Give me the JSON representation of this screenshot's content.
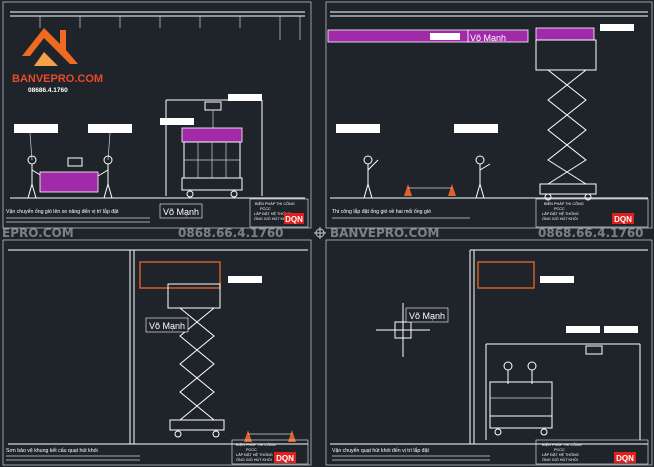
{
  "brand": {
    "name": "BANVEPRO.COM",
    "phone": "08686.4.1760",
    "logo_color": "#f06a21"
  },
  "watermarks": {
    "left": "EPRO.COM",
    "center_phone": "0868.66.4.1760",
    "center_brand": "BANVEPRO.COM",
    "right_phone": "0868.66.4.1760"
  },
  "panels": [
    {
      "caption": "Vận chuyển ống gió lên xe nâng đến vị trí lắp đặt",
      "worker_label": "Võ Mạnh",
      "title_block": {
        "line1": "BIỆN PHÁP THI CÔNG",
        "line2": "PCCC",
        "line3": "LẮP ĐẶT HỆ THỐNG",
        "line4": "ỐNG GIÓ HÚT KHÓI"
      },
      "stamp": "DQN"
    },
    {
      "caption": "Thi công lắp đặt ống gió về hai mối ống gió",
      "worker_label": "Võ Mạnh",
      "title_block": {
        "line1": "BIỆN PHÁP THI CÔNG",
        "line2": "PCCC",
        "line3": "LẮP ĐẶT HỆ THỐNG",
        "line4": "ỐNG GIÓ HÚT KHÓI"
      },
      "stamp": "DQN"
    },
    {
      "caption": "Sơn bảo vệ khung kết cấu quạt hút khói",
      "worker_label": "Võ Mạnh",
      "title_block": {
        "line1": "BIỆN PHÁP THI CÔNG",
        "line2": "PCCC",
        "line3": "LẮP ĐẶT HỆ THỐNG",
        "line4": "ỐNG GIÓ HÚT KHÓI"
      },
      "stamp": "DQN"
    },
    {
      "caption": "Vận chuyển quạt hút khói đến vị trí lắp đặt",
      "worker_label": "Võ Mạnh",
      "title_block": {
        "line1": "BIỆN PHÁP THI CÔNG",
        "line2": "PCCC",
        "line3": "LẮP ĐẶT HỆ THỐNG",
        "line4": "ỐNG GIÓ HÚT KHÓI"
      },
      "stamp": "DQN"
    }
  ],
  "colors": {
    "background": "#1f242b",
    "duct_purple": "#a02aa8",
    "fan_orange": "#e0602a",
    "stamp_red": "#e0201c"
  }
}
